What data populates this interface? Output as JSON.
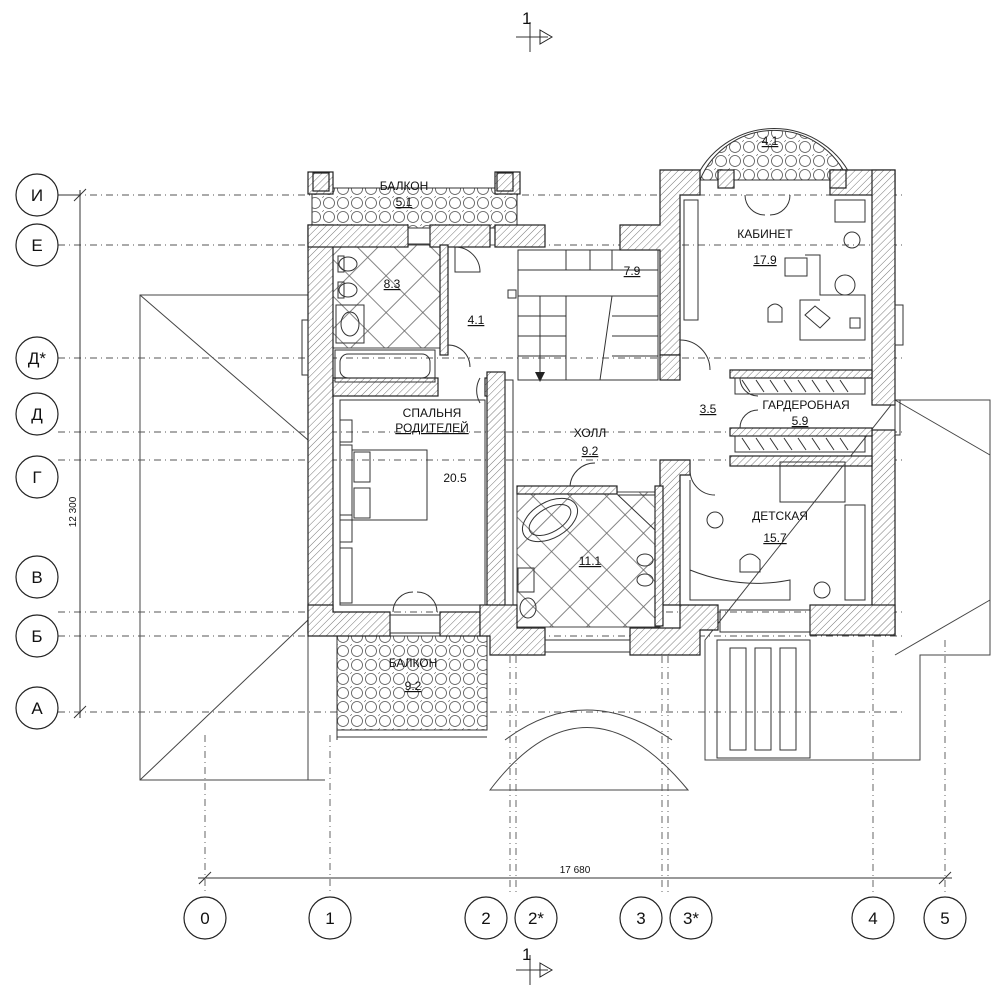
{
  "section_marks": {
    "label": "1"
  },
  "axes": {
    "rows": [
      "И",
      "Е",
      "Д*",
      "Д",
      "Г",
      "В",
      "Б",
      "А"
    ],
    "cols": [
      "0",
      "1",
      "2",
      "2*",
      "3",
      "3*",
      "4",
      "5"
    ]
  },
  "dimensions": {
    "vertical": "12 300",
    "horizontal": "17 680"
  },
  "rooms": {
    "balcony_top": {
      "name": "БАЛКОН",
      "area": "5.1"
    },
    "bath_parents": {
      "area": "8.3"
    },
    "corridor": {
      "area": "4.1"
    },
    "stairs": {
      "area": "7.9"
    },
    "oriel": {
      "area": "4.1"
    },
    "office": {
      "name": "КАБИНЕТ",
      "area": "17.9"
    },
    "bedroom": {
      "name_line1": "СПАЛЬНЯ",
      "name_line2": "РОДИТЕЛЕЙ",
      "area": "20.5"
    },
    "hall": {
      "name": "ХОЛЛ",
      "area": "9.2"
    },
    "hall_east": {
      "area": "3.5"
    },
    "wardrobe": {
      "name": "ГАРДЕРОБНАЯ",
      "area": "5.9"
    },
    "bath_main": {
      "area": "11.1"
    },
    "kids": {
      "name": "ДЕТСКАЯ",
      "area": "15.7"
    },
    "balcony_bottom": {
      "name": "БАЛКОН",
      "area": "9.2"
    }
  }
}
